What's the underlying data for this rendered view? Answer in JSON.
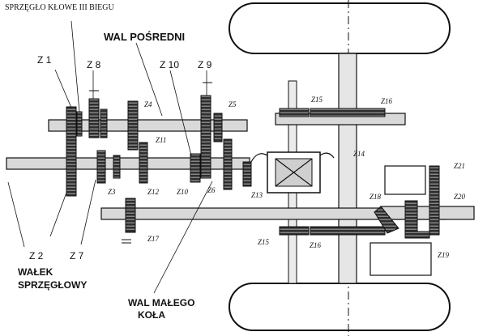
{
  "labels": {
    "sprzeglo": "SPRZĘGŁO KŁOWE III BIEGU",
    "wal_posredni": "WAL POŚREDNI",
    "z1": "Z 1",
    "z8": "Z 8",
    "z10": "Z 10",
    "z9": "Z 9",
    "z2": "Z 2",
    "z7": "Z 7",
    "walek_line1": "WAŁEK",
    "walek_line2": "SPRZĘGŁOWY",
    "wal_malego_line1": "WAL MAŁEGO",
    "wal_malego_line2": "KOŁA"
  },
  "gear_labels": {
    "z4": "Z4",
    "z5": "Z5",
    "z11": "Z11",
    "z3": "Z3",
    "z12": "Z12",
    "z10s": "Z10",
    "z6": "Z6",
    "z13": "Z13",
    "z15a": "Z15",
    "z16a": "Z16",
    "z14": "Z14",
    "z17": "Z17",
    "z15b": "Z15",
    "z16b": "Z16",
    "z18": "Z18",
    "z19": "Z19",
    "z20": "Z20",
    "z21": "Z21"
  },
  "colors": {
    "ink": "#111111",
    "gear_fill": "#3a3a3a",
    "shaft_fill": "#d8d8d8",
    "wheel_fill": "#ffffff"
  }
}
